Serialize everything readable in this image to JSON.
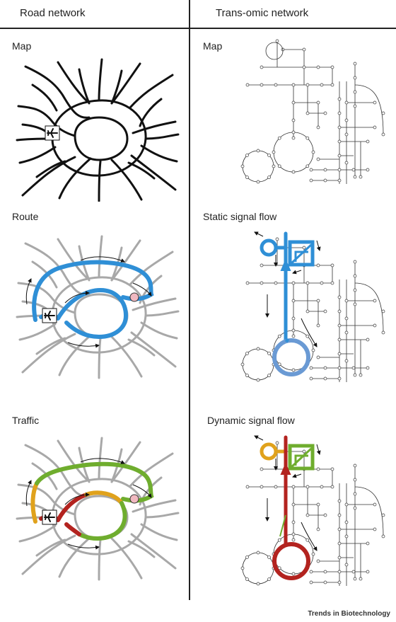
{
  "headers": {
    "left": "Road network",
    "right": "Trans-omic network"
  },
  "labels": {
    "map_left": "Map",
    "route": "Route",
    "traffic": "Traffic",
    "map_right": "Map",
    "static": "Static signal flow",
    "dynamic": "Dynamic signal flow"
  },
  "footer": "Trends in Biotechnology",
  "colors": {
    "road": "#111111",
    "road_light": "#a8a8a8",
    "route_blue": "#2f8fd6",
    "pathway_blue": "#6a9ad4",
    "traffic_green": "#6fad2e",
    "traffic_orange": "#e0a21c",
    "traffic_red": "#b3231f",
    "destination": "#f0b8c0"
  }
}
